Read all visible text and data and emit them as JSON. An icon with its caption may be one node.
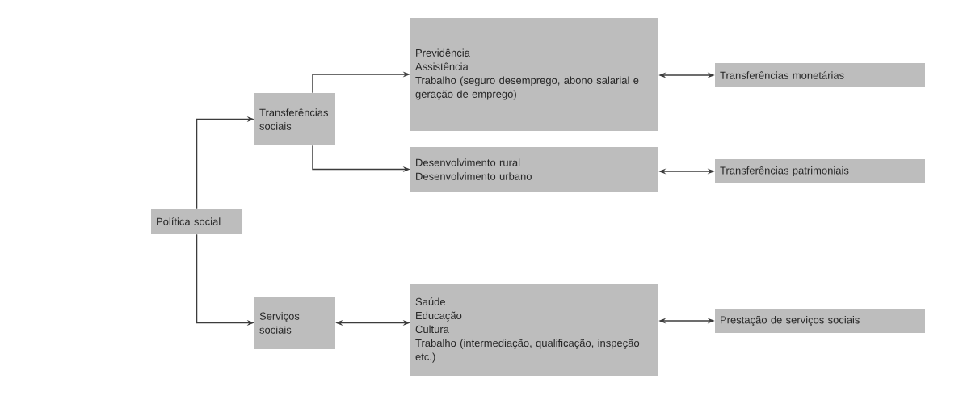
{
  "diagram": {
    "nodes": [
      {
        "text": [
          "Política social"
        ]
      },
      {
        "text": [
          "Transferências sociais"
        ]
      },
      {
        "text": [
          "Previdência",
          "Assistência",
          "Trabalho (seguro desemprego, abono salarial e geração de emprego)"
        ]
      },
      {
        "text": [
          "Desenvolvimento rural",
          "Desenvolvimento urbano"
        ]
      },
      {
        "text": [
          "Transferências monetárias"
        ]
      },
      {
        "text": [
          "Transferências patrimoniais"
        ]
      },
      {
        "text": [
          "Serviços sociais"
        ]
      },
      {
        "text": [
          "Saúde",
          "Educação",
          "Cultura",
          "Trabalho (intermediação, qualificação, inspeção etc.)"
        ]
      },
      {
        "text": [
          "Prestação de serviços sociais"
        ]
      }
    ],
    "edges": [
      {
        "from": 0,
        "to": 1,
        "arrow": "to"
      },
      {
        "from": 0,
        "to": 6,
        "arrow": "to"
      },
      {
        "from": 1,
        "to": 2,
        "arrow": "to"
      },
      {
        "from": 1,
        "to": 3,
        "arrow": "to"
      },
      {
        "from": 2,
        "to": 4,
        "arrow": "both"
      },
      {
        "from": 3,
        "to": 5,
        "arrow": "both"
      },
      {
        "from": 6,
        "to": 7,
        "arrow": "both"
      },
      {
        "from": 7,
        "to": 8,
        "arrow": "both"
      }
    ]
  }
}
